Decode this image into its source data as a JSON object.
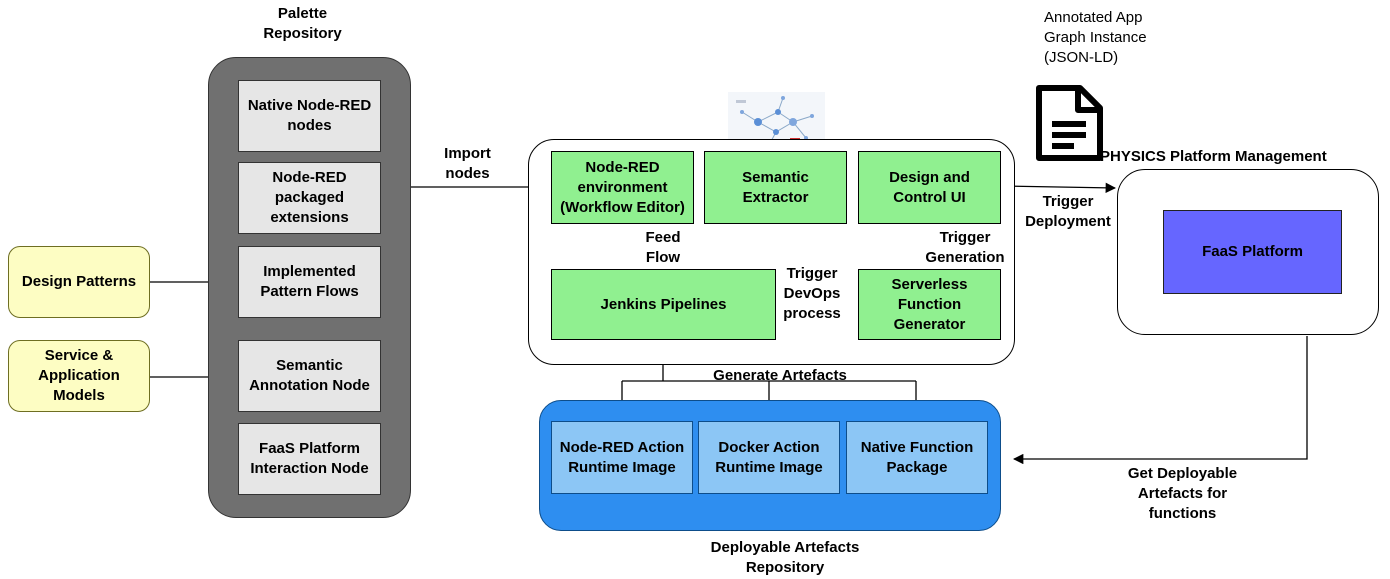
{
  "palette": {
    "title": "Palette\nRepository",
    "items": [
      "Native Node-RED\nnodes",
      "Node-RED\npackaged\nextensions",
      "Implemented\nPattern Flows",
      "Semantic\nAnnotation Node",
      "FaaS Platform\nInteraction Node"
    ]
  },
  "inputs": {
    "design_patterns": "Design Patterns",
    "service_models": "Service &\nApplication\nModels"
  },
  "import_label": "Import\nnodes",
  "editor": {
    "node_red_env": "Node-RED\nenvironment\n(Workflow Editor)",
    "semantic_extractor": "Semantic\nExtractor",
    "design_control_ui": "Design and\nControl UI",
    "jenkins": "Jenkins Pipelines",
    "serverless_gen": "Serverless\nFunction\nGenerator",
    "feed_flow": "Feed\nFlow",
    "trigger_generation": "Trigger\nGeneration",
    "trigger_devops": "Trigger\nDevOps\nprocess"
  },
  "annotated_graph": "Annotated App\nGraph Instance\n(JSON-LD)",
  "platform": {
    "title": "PHYSICS Platform Management",
    "faas": "FaaS Platform"
  },
  "trigger_deployment": "Trigger\nDeployment",
  "artefacts": {
    "generate_label": "Generate Artefacts",
    "items": [
      "Node-RED Action\nRuntime Image",
      "Docker Action\nRuntime Image",
      "Native Function\nPackage"
    ],
    "title": "Deployable Artefacts\nRepository"
  },
  "get_deployable": "Get Deployable\nArtefacts for\nfunctions",
  "colors": {
    "palette_bg": "#707070",
    "green": "#90f090",
    "yellow": "#fdfdc3",
    "artefact_repo": "#2e8ef0",
    "artefact_item": "#8cc6f5",
    "faas": "#6666ff"
  }
}
